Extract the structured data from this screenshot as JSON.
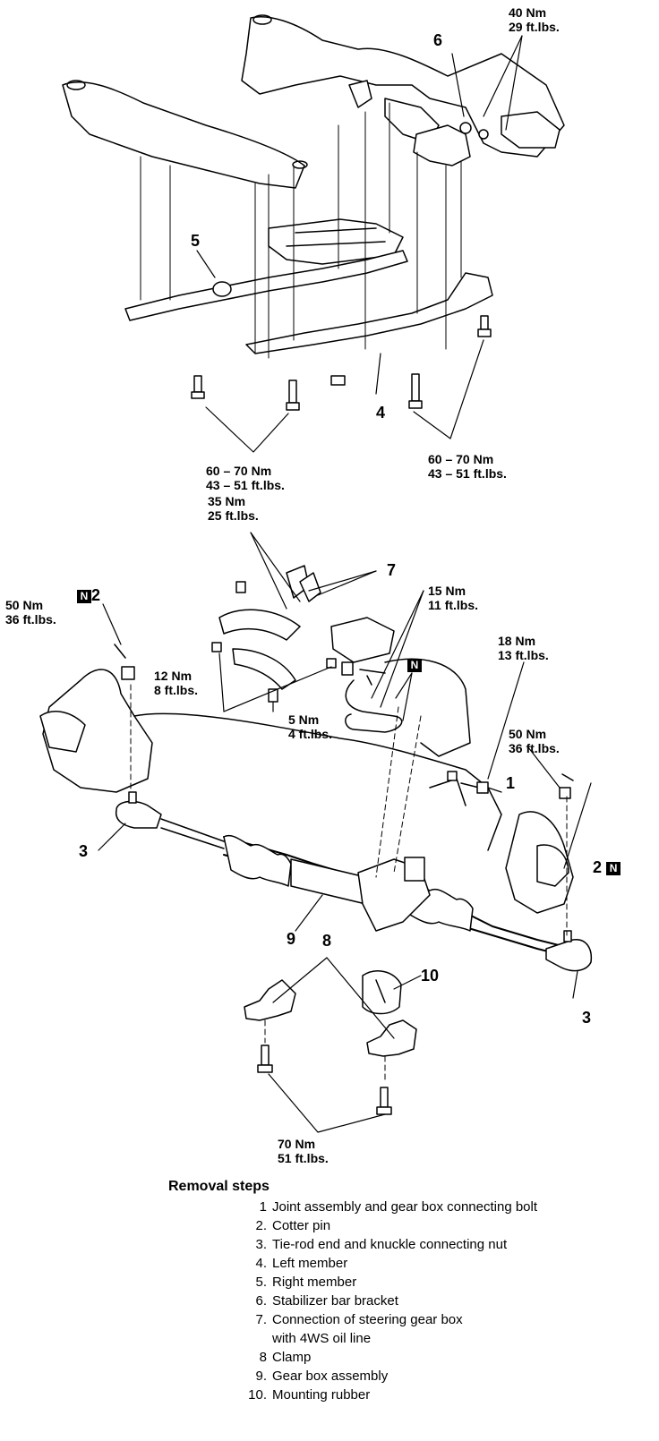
{
  "labels": {
    "t_top_right": "40 Nm\n29 ft.lbs.",
    "n6": "6",
    "n5": "5",
    "n4": "4",
    "t_mid_left": "60 – 70 Nm\n43 – 51 ft.lbs.",
    "t_mid_right": "60 – 70 Nm\n43 – 51 ft.lbs.",
    "t_35": "35 Nm\n25 ft.lbs.",
    "n7": "7",
    "t_15": "15 Nm\n11 ft.lbs.",
    "t_50_left": "50 Nm\n36 ft.lbs.",
    "n2_left": "2",
    "t_18": "18 Nm\n13 ft.lbs.",
    "t_12": "12 Nm\n8 ft.lbs.",
    "t_5": "5 Nm\n4 ft.lbs.",
    "t_50_right": "50 Nm\n36 ft.lbs.",
    "n1": "1",
    "n3_left": "3",
    "n2_right": "2",
    "n9": "9",
    "n8": "8",
    "n10": "10",
    "n3_right": "3",
    "t_70": "70 Nm\n51 ft.lbs.",
    "new_marker": "N"
  },
  "removal": {
    "title": "Removal steps",
    "steps": [
      {
        "n": "1",
        "text": "Joint assembly and gear box connecting bolt"
      },
      {
        "n": "2.",
        "text": "Cotter pin"
      },
      {
        "n": "3.",
        "text": "Tie-rod end and knuckle connecting nut"
      },
      {
        "n": "4.",
        "text": "Left member"
      },
      {
        "n": "5.",
        "text": "Right member"
      },
      {
        "n": "6.",
        "text": "Stabilizer bar bracket"
      },
      {
        "n": "7.",
        "text": "Connection of steering gear box with 4WS oil line"
      },
      {
        "n": "8",
        "text": "Clamp"
      },
      {
        "n": "9.",
        "text": "Gear box assembly"
      },
      {
        "n": "10.",
        "text": "Mounting rubber"
      }
    ]
  }
}
